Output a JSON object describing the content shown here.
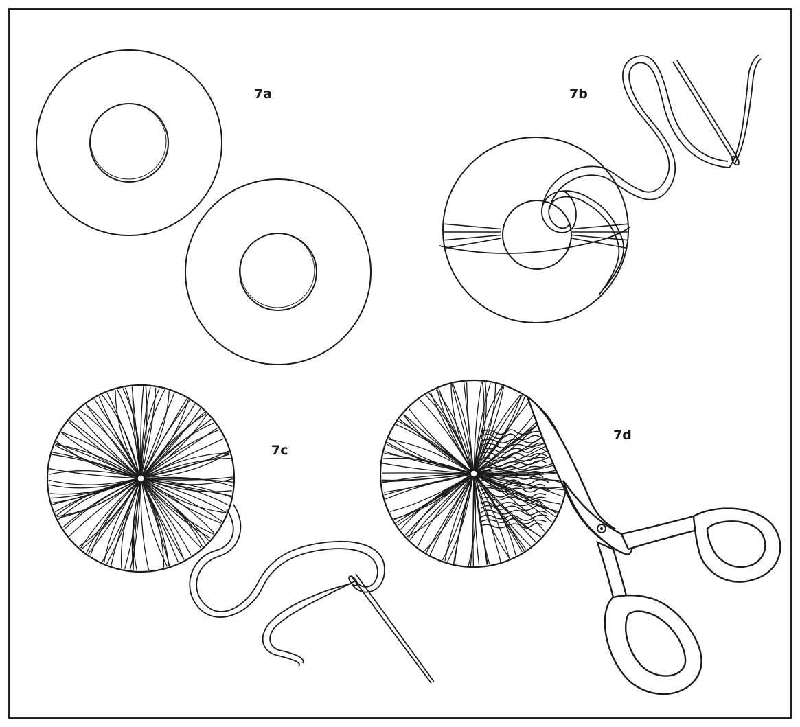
{
  "figure": {
    "panels": [
      {
        "label": "7a",
        "icon": "cardboard-rings-icon"
      },
      {
        "label": "7b",
        "icon": "winding-yarn-icon"
      },
      {
        "label": "7c",
        "icon": "wound-pompom-icon"
      },
      {
        "label": "7d",
        "icon": "cutting-pompom-icon"
      }
    ]
  }
}
